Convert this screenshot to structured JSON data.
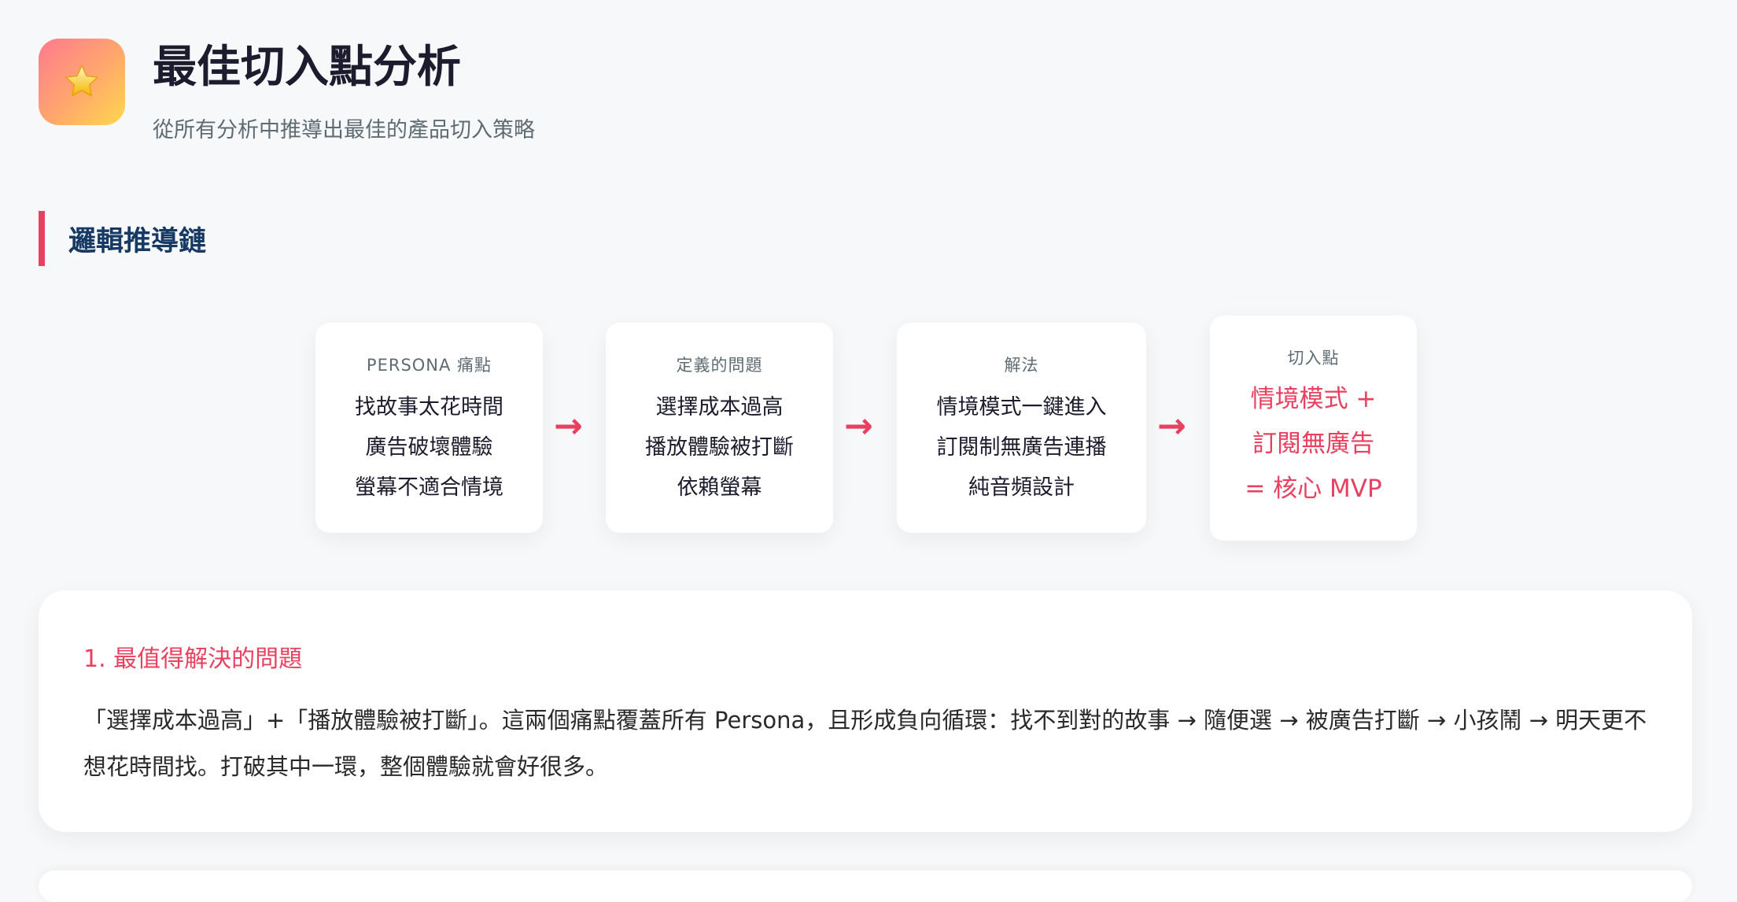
{
  "header": {
    "title": "最佳切入點分析",
    "subtitle": "從所有分析中推導出最佳的產品切入策略",
    "icon": "star-icon"
  },
  "section": {
    "title": "邏輯推導鏈"
  },
  "chain": [
    {
      "label": "PERSONA 痛點",
      "items": [
        "找故事太花時間",
        "廣告破壞體驗",
        "螢幕不適合情境"
      ]
    },
    {
      "label": "定義的問題",
      "items": [
        "選擇成本過高",
        "播放體驗被打斷",
        "依賴螢幕"
      ]
    },
    {
      "label": "解法",
      "items": [
        "情境模式一鍵進入",
        "訂閱制無廣告連播",
        "純音頻設計"
      ]
    },
    {
      "label": "切入點",
      "items": [
        "情境模式 +",
        "訂閱無廣告",
        "= 核心 MVP"
      ]
    }
  ],
  "arrow": "→",
  "insight": {
    "title": "1. 最值得解決的問題",
    "body": "「選擇成本過高」+「播放體驗被打斷」。這兩個痛點覆蓋所有 Persona，且形成負向循環：找不到對的故事 → 隨便選 → 被廣告打斷 → 小孩鬧 → 明天更不想花時間找。打破其中一環，整個體驗就會好很多。"
  },
  "colors": {
    "accent": "#e8405f",
    "heading": "#163a63"
  }
}
